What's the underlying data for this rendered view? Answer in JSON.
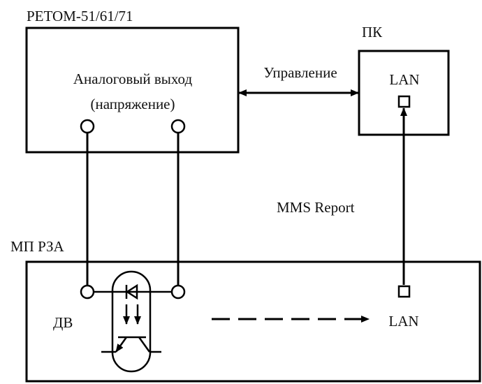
{
  "diagram": {
    "retom": {
      "title": "РЕТОМ-51/61/71",
      "line1": "Аналоговый выход",
      "line2": "(напряжение)"
    },
    "pc": {
      "title": "ПК",
      "port_label": "LAN"
    },
    "control_label": "Управление",
    "mms_label": "MMS Report",
    "relay": {
      "title": "МП РЗА",
      "input_label": "ДВ",
      "port_label": "LAN"
    },
    "colors": {
      "stroke": "#000000",
      "background": "#ffffff"
    }
  }
}
